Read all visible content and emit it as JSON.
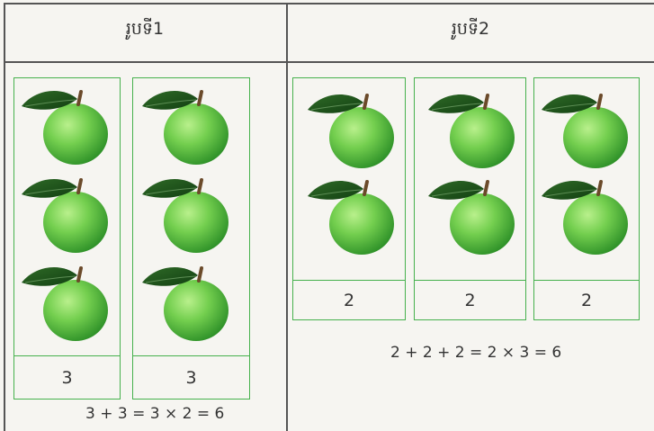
{
  "figure1": {
    "title": "រូបទី1",
    "groups": [
      {
        "count_label": "3"
      },
      {
        "count_label": "3"
      }
    ],
    "equation": "3 + 3 = 3 × 2 = 6"
  },
  "figure2": {
    "title": "រូបទី2",
    "groups": [
      {
        "count_label": "2"
      },
      {
        "count_label": "2"
      },
      {
        "count_label": "2"
      }
    ],
    "equation": "2 + 2 + 2 = 2 × 3 = 6"
  },
  "icons": {
    "apple": "green-apple-icon"
  },
  "colors": {
    "border": "#46b14d",
    "apple_light": "#9fe07f",
    "apple_dark": "#2f9a2c",
    "leaf": "#1f5a1c"
  }
}
